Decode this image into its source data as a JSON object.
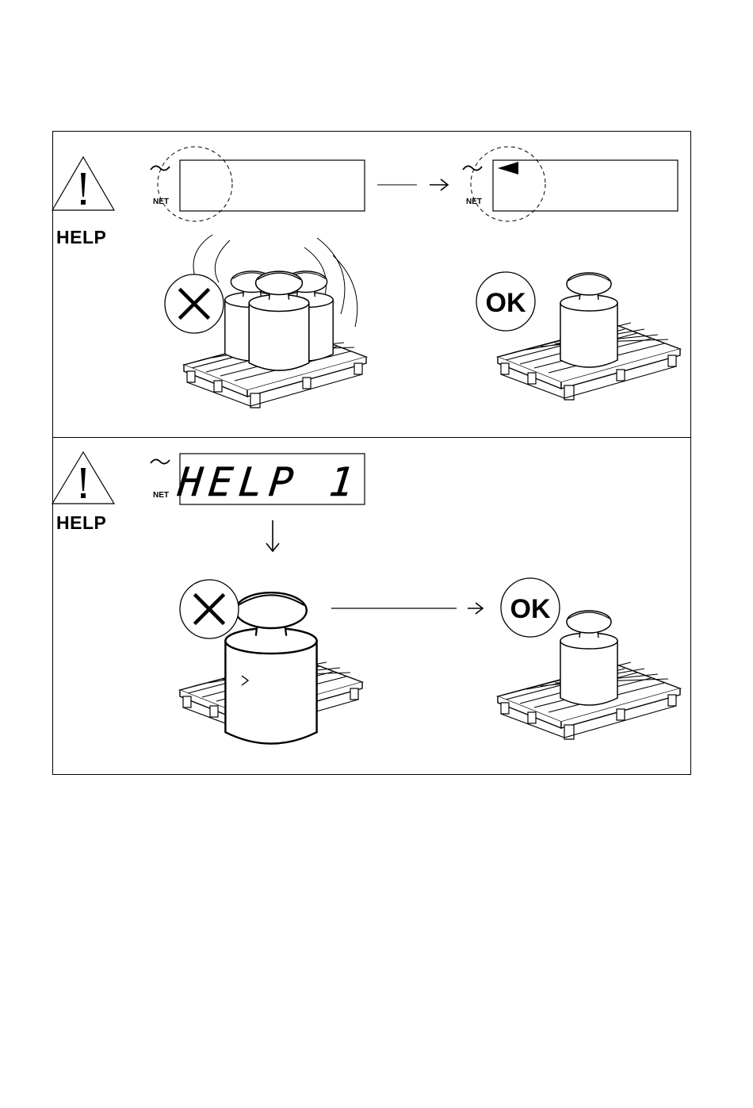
{
  "panel1": {
    "help_label": "HELP",
    "display_left": {
      "net_label": "NET"
    },
    "display_right": {
      "net_label": "NET"
    },
    "ok_label": "OK"
  },
  "panel2": {
    "help_label": "HELP",
    "display": {
      "net_label": "NET",
      "text": "HELP 1"
    },
    "ok_label": "OK"
  }
}
